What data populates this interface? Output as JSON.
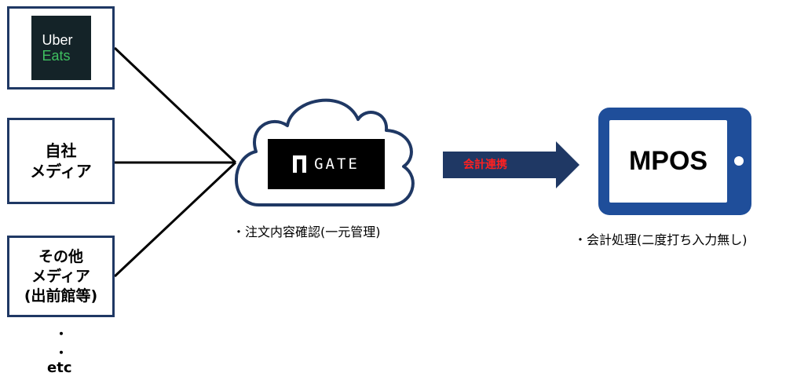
{
  "sources": [
    {
      "id": "uber",
      "logo_line1": "Uber",
      "logo_line2": "Eats"
    },
    {
      "id": "own",
      "label": "自社\nメディア"
    },
    {
      "id": "other",
      "label": "その他\nメディア\n(出前館等)"
    }
  ],
  "source_more": {
    "dots": [
      "・",
      "・"
    ],
    "etc": "etc"
  },
  "cloud": {
    "logo_text": "GATE",
    "caption": "・注文内容確認(一元管理)"
  },
  "arrow": {
    "label": "会計連携"
  },
  "device": {
    "screen_text": "MPOS",
    "caption": "・会計処理(二度打ち入力無し)"
  },
  "colors": {
    "box_border": "#1f3864",
    "arrow": "#1f3864",
    "cloud_outline": "#1f3864",
    "tablet": "#1f4e9a",
    "arrow_label": "#ff2020",
    "uber_bg": "#142328",
    "uber_green": "#3fc060"
  }
}
